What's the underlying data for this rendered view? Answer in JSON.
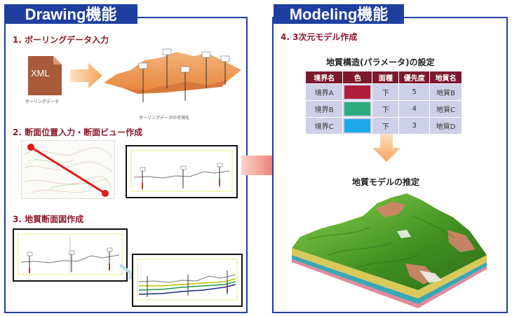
{
  "drawing": {
    "tab_label": "Drawing機能",
    "step1": {
      "title": "1. ボーリングデータ入力",
      "file_label": "XML",
      "file_caption": "ボーリングデータ",
      "viz_caption": "ボーリングデータの可視化"
    },
    "step2": {
      "title": "2. 断面位置入力・断面ビュー作成"
    },
    "step3": {
      "title": "3. 地質断面図作成"
    }
  },
  "modeling": {
    "tab_label": "Modeling機能",
    "step4": {
      "title": "4. 3次元モデル作成"
    },
    "param_title": "地質構造(パラメータ)の設定",
    "table": {
      "headers": [
        "境界名",
        "色",
        "面種",
        "優先度",
        "地質名"
      ],
      "rows": [
        {
          "boundary": "境界A",
          "color": "#b01e3c",
          "face": "下",
          "priority": "5",
          "geology": "地質B"
        },
        {
          "boundary": "境界B",
          "color": "#2bab7e",
          "face": "下",
          "priority": "4",
          "geology": "地質C"
        },
        {
          "boundary": "境界C",
          "color": "#1fa8e8",
          "face": "下",
          "priority": "3",
          "geology": "地質D"
        }
      ]
    },
    "model_title": "地質モデルの推定"
  },
  "colors": {
    "panel_border": "#1f3fa0",
    "step_title": "#8b1a2b",
    "table_header": "#7b1a2e",
    "table_cell": "#cdd0e8",
    "arrow_orange": "#f5a55a",
    "arrow_red": "#e23a2a"
  }
}
